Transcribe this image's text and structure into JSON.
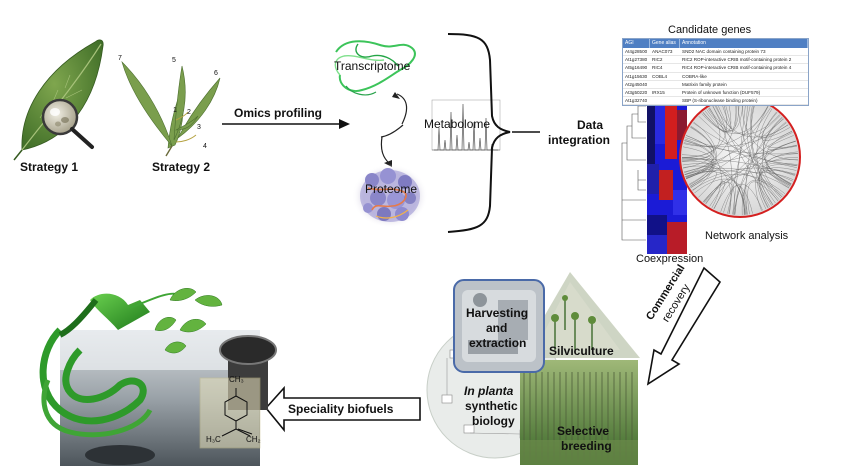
{
  "strategies": {
    "strategy1": "Strategy 1",
    "strategy2": "Strategy 2",
    "leaf_numbers": [
      "1",
      "2",
      "3",
      "4",
      "5",
      "6",
      "7"
    ]
  },
  "omics": {
    "arrow_label": "Omics profiling",
    "transcriptome": "Transcriptome",
    "metabolome": "Metabolome",
    "proteome": "Proteome"
  },
  "integration": {
    "label_line1": "Data",
    "label_line2": "integration"
  },
  "candidate_genes": {
    "title": "Candidate genes",
    "headers": [
      "AGI",
      "Gene alias",
      "Annotation"
    ],
    "rows": [
      [
        "At4g28500",
        "ANAC073",
        "SND2 NAC domain containing protein 73"
      ],
      [
        "At1g27380",
        "RIC2",
        "RIC2 ROP-interactive CRIB motif-containing protein 2"
      ],
      [
        "At5g16490",
        "RIC4",
        "RIC4 ROP-interactive CRIB motif-containing protein 4"
      ],
      [
        "At1g15630",
        "COBL4",
        "COBRA-like"
      ],
      [
        "At2g45040",
        "",
        "Matrixin family protein"
      ],
      [
        "At3g50220",
        "IRX15",
        "Protein of unknown function (DUF579)"
      ],
      [
        "At1g32740",
        "",
        "SBP (S-ribonuclease binding protein)"
      ]
    ]
  },
  "analysis": {
    "network": "Network analysis",
    "coexpression": "Coexpression"
  },
  "recovery": {
    "line1": "Commercial",
    "line2": "recovery"
  },
  "applications": {
    "harvesting_line1": "Harvesting",
    "harvesting_line2": "and",
    "harvesting_line3": "extraction",
    "silviculture": "Silviculture",
    "in_planta_line1": "In planta",
    "in_planta_line2": "synthetic",
    "in_planta_line3": "biology",
    "selective_line1": "Selective",
    "selective_line2": "breeding"
  },
  "biofuels": {
    "arrow_label": "Speciality biofuels",
    "ch3_top": "CH₃",
    "h3c_bottom": "H₃C",
    "ch2_bottom": "CH₂"
  },
  "colors": {
    "leaf_green": "#5a8a3a",
    "fuel_green": "#3fa535",
    "transcriptome_green": "#3cc45a",
    "proteome_purple": "#8a86c9",
    "heatmap_red": "#d21e1e",
    "heatmap_blue": "#1b1bd6",
    "network_red": "#d42020",
    "table_header": "#4f7fc3"
  }
}
